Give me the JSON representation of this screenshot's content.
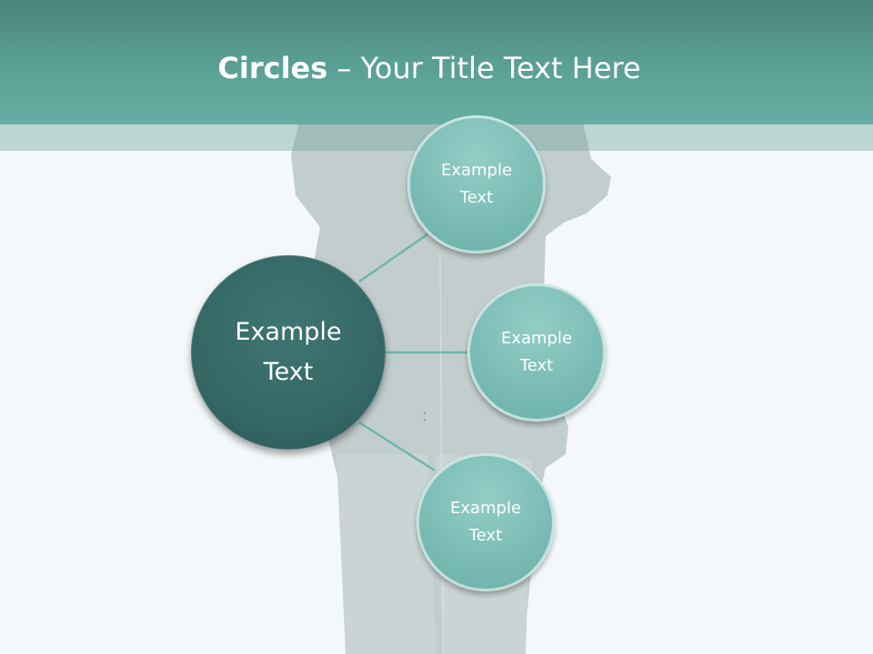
{
  "slide": {
    "title_bold": "Circles",
    "title_rest": " – Your Title Text Here"
  },
  "diagram": {
    "center": {
      "line1": "Example",
      "line2": "Text"
    },
    "satellites": [
      {
        "line1": "Example",
        "line2": "Text"
      },
      {
        "line1": "Example",
        "line2": "Text"
      },
      {
        "line1": "Example",
        "line2": "Text"
      }
    ]
  },
  "colors": {
    "header": "#5a9f94",
    "center_circle": "#356865",
    "satellite_circle": "#7bbdb5",
    "connector": "#6fb6ad",
    "background": "#f4f8fa"
  }
}
